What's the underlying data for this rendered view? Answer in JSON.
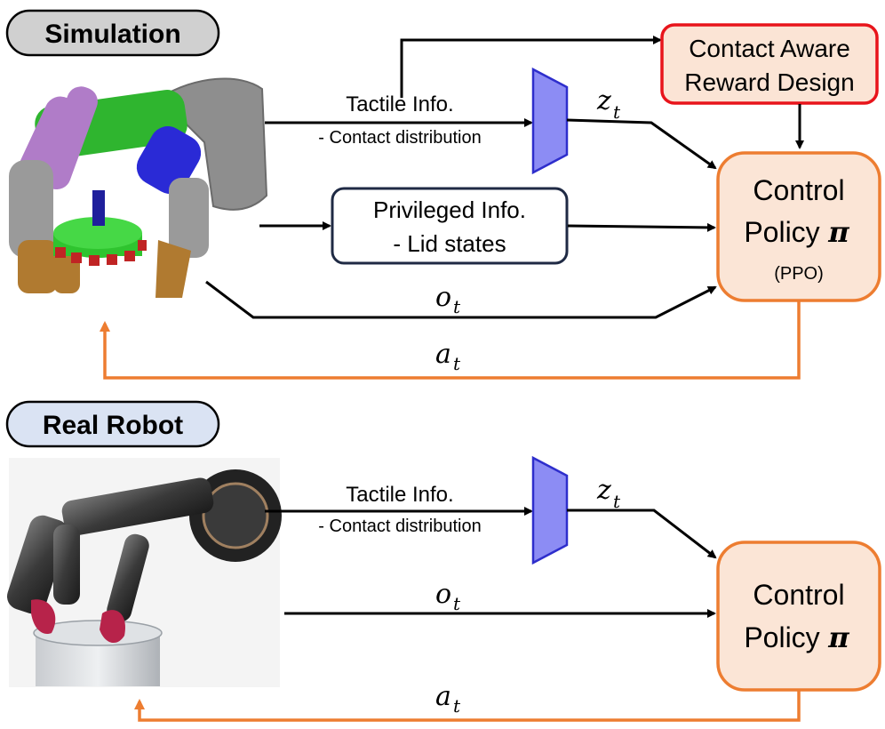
{
  "colors": {
    "arrow": "#000000",
    "feedback": "#ED7D31",
    "encoder_fill": "#8C8CF4",
    "encoder_stroke": "#2E2ECC",
    "reward_fill": "#FBE4D5",
    "reward_stroke": "#E8141B",
    "policy_fill": "#FBE5D6",
    "policy_stroke": "#ED7D31",
    "privileged_stroke": "#1F2A44",
    "sim_badge_fill": "#D0D0D0",
    "real_badge_fill": "#DAE3F3"
  },
  "simulation": {
    "badge": "Simulation",
    "tactile_label": "Tactile Info.",
    "tactile_sub": "- Contact distribution",
    "latent_label": "z",
    "latent_sub": "t",
    "reward_line1": "Contact Aware",
    "reward_line2": "Reward Design",
    "privileged_line1": "Privileged Info.",
    "privileged_line2": "- Lid states",
    "obs_label": "o",
    "obs_sub": "t",
    "action_label": "a",
    "action_sub": "t",
    "policy_line1": "Control",
    "policy_line2": "Policy",
    "policy_symbol": "π",
    "policy_algo": "(PPO)"
  },
  "real": {
    "badge": "Real Robot",
    "tactile_label": "Tactile Info.",
    "tactile_sub": "- Contact distribution",
    "latent_label": "z",
    "latent_sub": "t",
    "obs_label": "o",
    "obs_sub": "t",
    "action_label": "a",
    "action_sub": "t",
    "policy_line1": "Control",
    "policy_line2": "Policy",
    "policy_symbol": "π"
  }
}
